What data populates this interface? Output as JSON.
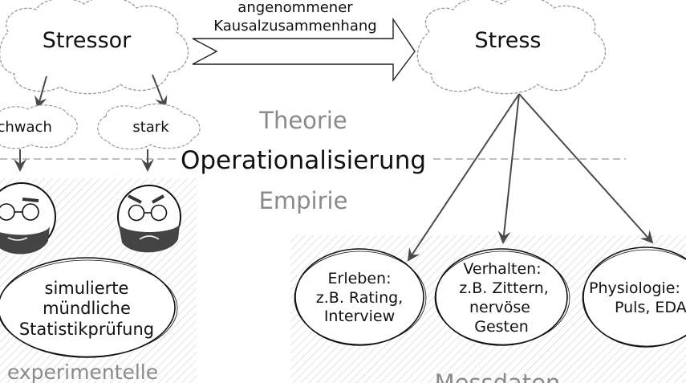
{
  "stressor": {
    "label": "Stressor",
    "weak": "schwach",
    "strong": "stark"
  },
  "arrow": {
    "line1": "angenommener",
    "line2": "Kausalzusammenhang"
  },
  "stress": {
    "label": "Stress"
  },
  "levels": {
    "theory": "Theorie",
    "operationalization": "Operationalisierung",
    "empirical": "Empirie"
  },
  "manipulation": {
    "line1": "simulierte",
    "line2": "mündliche",
    "line3": "Statistikprüfung",
    "caption": "experimentelle"
  },
  "measures": {
    "experience": {
      "line1": "Erleben:",
      "line2": "z.B. Rating,",
      "line3": "Interview"
    },
    "behavior": {
      "line1": "Verhalten:",
      "line2": "z.B. Zittern,",
      "line3": "nervöse",
      "line4": "Gesten"
    },
    "physiology": {
      "line1": "Physiologie:",
      "line2": "Puls, EDA"
    },
    "caption": "Messdaten"
  },
  "colors": {
    "hatch": "#c8c8c8",
    "muted": "#8a8a8a",
    "ink": "#111111",
    "arrow": "#4a4a4a"
  }
}
